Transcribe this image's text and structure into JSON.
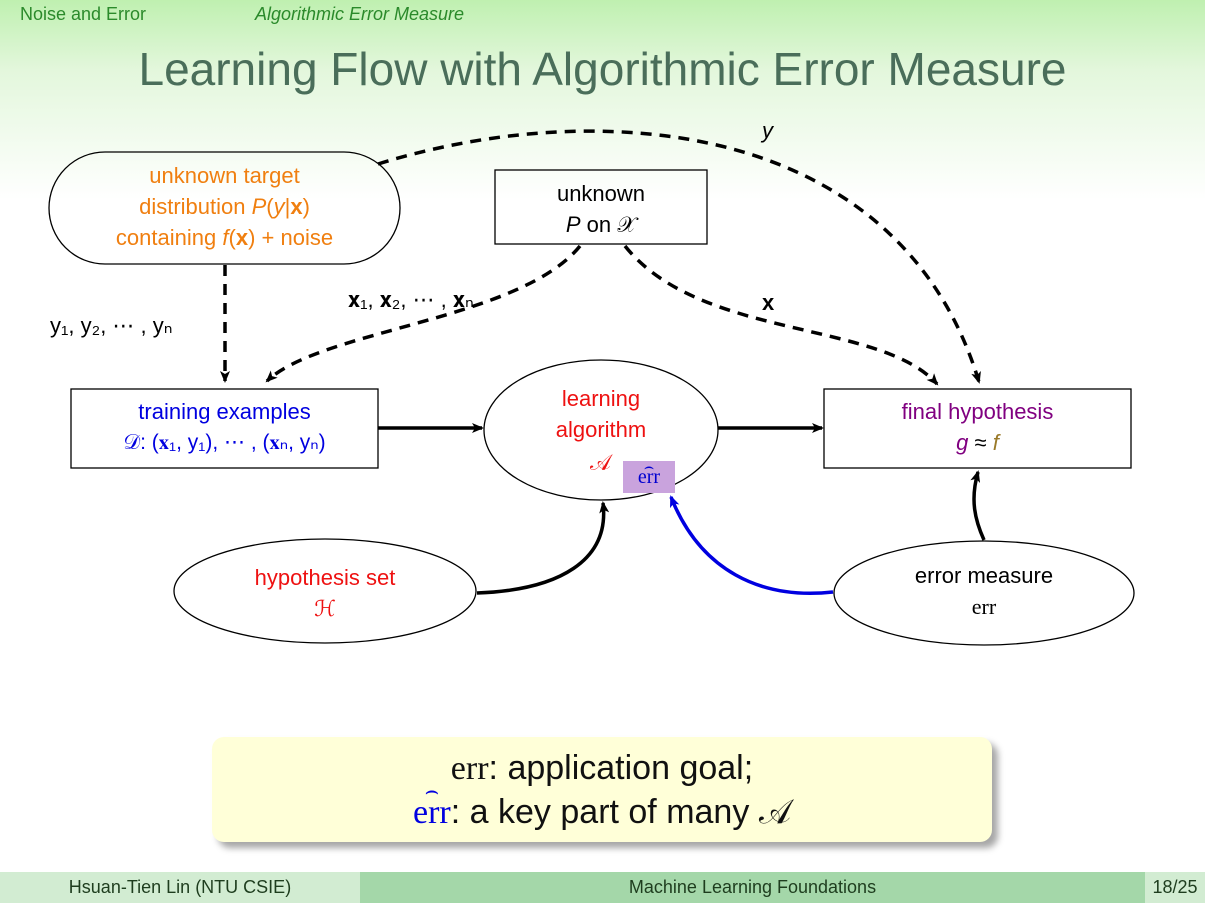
{
  "header": {
    "section": "Noise and Error",
    "subsection": "Algorithmic Error Measure"
  },
  "title": "Learning Flow with Algorithmic Error Measure",
  "nodes": {
    "target": {
      "line1": "unknown target",
      "line2_text": "distribution",
      "line2_P": "P",
      "line2_open": "(",
      "line2_y": "y",
      "line2_bar": "|",
      "line2_x": "x",
      "line2_close": ")",
      "line3_text": "containing",
      "line3_f": "f",
      "line3_open": "(",
      "line3_x": "x",
      "line3_close": ")",
      "line3_rest": "+ noise"
    },
    "input_dist": {
      "line1": "unknown",
      "P": "P",
      "on": "on",
      "X": "𝒳"
    },
    "training": {
      "line1": "training examples",
      "line2": "𝒟: (𝐱₁, y₁), ⋯ , (𝐱ₙ, yₙ)"
    },
    "algorithm": {
      "line1": "learning",
      "line2": "algorithm",
      "A": "𝒜",
      "err_hat": "err"
    },
    "final": {
      "line1": "final hypothesis",
      "g": "g",
      "approx": "≈",
      "f": "f"
    },
    "hypothesis_set": {
      "line1": "hypothesis set",
      "H": "ℋ"
    },
    "error_measure": {
      "line1": "error measure",
      "err": "err"
    }
  },
  "edge_labels": {
    "y": "y",
    "ys": "y₁, y₂, ⋯ , yₙ",
    "xs": "𝐱₁, 𝐱₂, ⋯ , 𝐱ₙ",
    "x": "x"
  },
  "callout": {
    "line1_err": "err",
    "line1_text": ": application goal;",
    "line2_err": "err",
    "line2_text": ": a key part of many",
    "line2_A": "𝒜"
  },
  "footer": {
    "author": "Hsuan-Tien Lin  (NTU CSIE)",
    "course": "Machine Learning Foundations",
    "page": "18/25"
  },
  "colors": {
    "orange": "#f07f10",
    "blue": "#0000e0",
    "red": "#ee1111",
    "purple": "#800080",
    "olive": "#9a7a2a",
    "hat_bg": "#c9a3dd"
  }
}
